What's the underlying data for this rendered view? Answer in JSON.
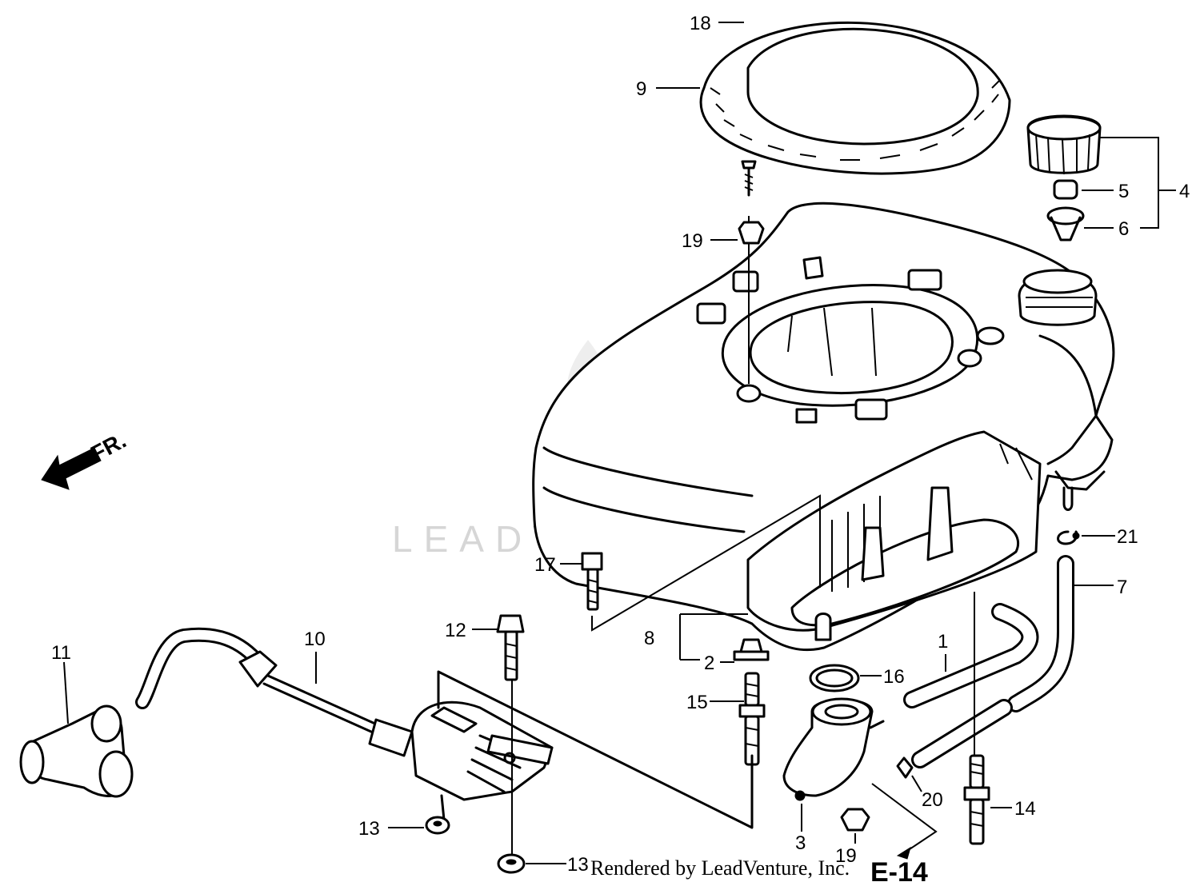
{
  "watermark": "LEADVENTURE",
  "direction_label": "FR.",
  "footer_text": "Rendered by LeadVenture, Inc.",
  "page_ref": "E-14",
  "callouts": [
    {
      "id": "c18",
      "text": "18"
    },
    {
      "id": "c9",
      "text": "9"
    },
    {
      "id": "c4",
      "text": "4"
    },
    {
      "id": "c5",
      "text": "5"
    },
    {
      "id": "c6",
      "text": "6"
    },
    {
      "id": "c19a",
      "text": "19"
    },
    {
      "id": "c21",
      "text": "21"
    },
    {
      "id": "c7",
      "text": "7"
    },
    {
      "id": "c17",
      "text": "17"
    },
    {
      "id": "c8",
      "text": "8"
    },
    {
      "id": "c2",
      "text": "2"
    },
    {
      "id": "c16",
      "text": "16"
    },
    {
      "id": "c1",
      "text": "1"
    },
    {
      "id": "c15",
      "text": "15"
    },
    {
      "id": "c12",
      "text": "12"
    },
    {
      "id": "c10",
      "text": "10"
    },
    {
      "id": "c11",
      "text": "11"
    },
    {
      "id": "c20",
      "text": "20"
    },
    {
      "id": "c14",
      "text": "14"
    },
    {
      "id": "c3",
      "text": "3"
    },
    {
      "id": "c19b",
      "text": "19"
    },
    {
      "id": "c13a",
      "text": "13"
    },
    {
      "id": "c13b",
      "text": "13"
    }
  ]
}
